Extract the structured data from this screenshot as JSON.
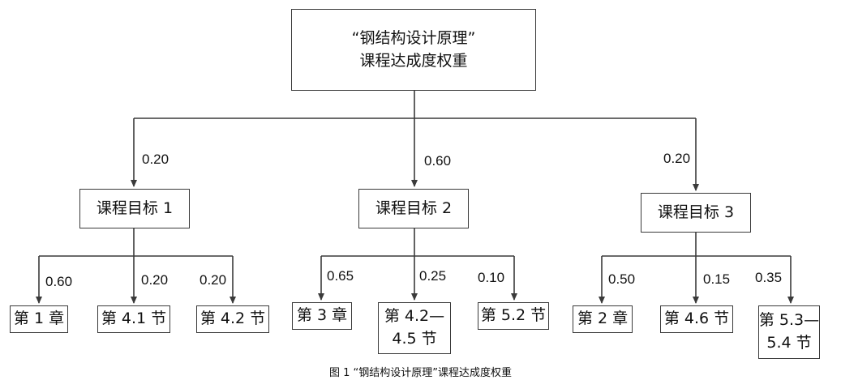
{
  "root": {
    "line1": "“钢结构设计原理”",
    "line2": "课程达成度权重"
  },
  "goals": [
    {
      "label": "课程目标 1",
      "weight": "0.20"
    },
    {
      "label": "课程目标 2",
      "weight": "0.60"
    },
    {
      "label": "课程目标 3",
      "weight": "0.20"
    }
  ],
  "sections": [
    {
      "label": "第 1 章",
      "weight": "0.60"
    },
    {
      "label": "第 4.1 节",
      "weight": "0.20"
    },
    {
      "label": "第 4.2 节",
      "weight": "0.20"
    },
    {
      "label": "第 3 章",
      "weight": "0.65"
    },
    {
      "label1": "第 4.2—",
      "label2": "4.5 节",
      "weight": "0.25"
    },
    {
      "label": "第 5.2 节",
      "weight": "0.10"
    },
    {
      "label": "第 2 章",
      "weight": "0.50"
    },
    {
      "label": "第 4.6 节",
      "weight": "0.15"
    },
    {
      "label1": "第 5.3—",
      "label2": "5.4 节",
      "weight": "0.35"
    }
  ],
  "caption": "图 1 “钢结构设计原理”课程达成度权重"
}
